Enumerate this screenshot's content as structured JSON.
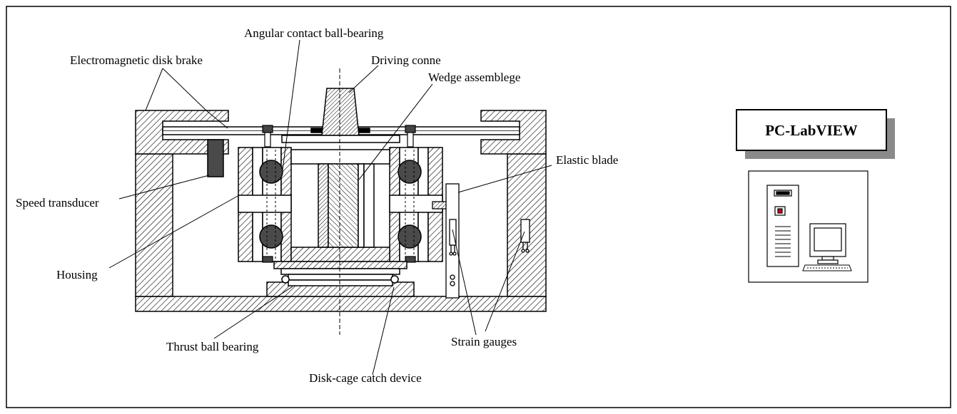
{
  "labels": {
    "angular_contact": "Angular contact ball-bearing",
    "driving_conne": "Driving conne",
    "electromagnetic_brake": "Electromagnetic disk brake",
    "wedge_assemblege": "Wedge assemblege",
    "elastic_blade": "Elastic blade",
    "speed_transducer": "Speed transducer",
    "housing": "Housing",
    "thrust_ball_bearing": "Thrust ball bearing",
    "strain_gauges": "Strain gauges",
    "disk_cage_catch": "Disk-cage catch device"
  },
  "pc": {
    "title": "PC-LabVIEW",
    "tower_icon": "tower-computer-icon",
    "monitor_icon": "monitor-icon",
    "keyboard_icon": "keyboard-icon"
  },
  "colors": {
    "line": "#000000",
    "hatch": "#000000",
    "ball_fill": "#4a4a4a",
    "sensor_fill": "#4a4a4a",
    "title_shadow": "#8a8a8a"
  }
}
